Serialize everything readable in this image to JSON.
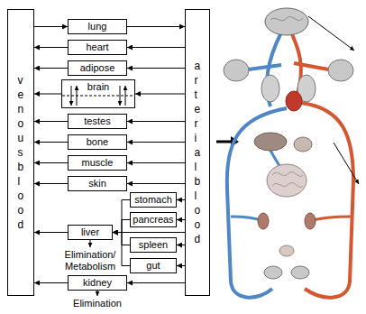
{
  "diagram": {
    "nodes": [
      {
        "text": [
          "venous blood"
        ]
      },
      {
        "text": [
          "lung"
        ]
      },
      {
        "text": [
          "heart"
        ]
      },
      {
        "text": [
          "adipose"
        ]
      },
      {
        "text": [
          "brain"
        ]
      },
      {
        "text": [
          "testes"
        ]
      },
      {
        "text": [
          "bone"
        ]
      },
      {
        "text": [
          "muscle"
        ]
      },
      {
        "text": [
          "skin"
        ]
      },
      {
        "text": [
          "stomach"
        ]
      },
      {
        "text": [
          "pancreas"
        ]
      },
      {
        "text": [
          "liver"
        ]
      },
      {
        "text": [
          "spleen"
        ]
      },
      {
        "text": [
          "gut"
        ]
      },
      {
        "text": [
          "kidney"
        ]
      },
      {
        "text": [
          "arterial blood"
        ]
      }
    ],
    "edges": [
      {
        "from": 0,
        "to": 1,
        "arrow": "to"
      },
      {
        "from": 1,
        "to": 15,
        "arrow": "to"
      },
      {
        "from": 15,
        "to": 2,
        "arrow": "to"
      },
      {
        "from": 2,
        "to": 0,
        "arrow": "to"
      },
      {
        "from": 15,
        "to": 3,
        "arrow": "to"
      },
      {
        "from": 3,
        "to": 0,
        "arrow": "to"
      },
      {
        "from": 15,
        "to": 4,
        "arrow": "to"
      },
      {
        "from": 4,
        "to": 0,
        "arrow": "to"
      },
      {
        "from": 15,
        "to": 5,
        "arrow": "to"
      },
      {
        "from": 5,
        "to": 0,
        "arrow": "to"
      },
      {
        "from": 15,
        "to": 6,
        "arrow": "to"
      },
      {
        "from": 6,
        "to": 0,
        "arrow": "to"
      },
      {
        "from": 15,
        "to": 7,
        "arrow": "to"
      },
      {
        "from": 7,
        "to": 0,
        "arrow": "to"
      },
      {
        "from": 15,
        "to": 8,
        "arrow": "to"
      },
      {
        "from": 8,
        "to": 0,
        "arrow": "to"
      },
      {
        "from": 15,
        "to": 9,
        "arrow": "to"
      },
      {
        "from": 9,
        "to": 11,
        "arrow": "to"
      },
      {
        "from": 15,
        "to": 10,
        "arrow": "to"
      },
      {
        "from": 10,
        "to": 11,
        "arrow": "to"
      },
      {
        "from": 15,
        "to": 11,
        "arrow": "to"
      },
      {
        "from": 11,
        "to": 0,
        "arrow": "to"
      },
      {
        "from": 15,
        "to": 12,
        "arrow": "to"
      },
      {
        "from": 12,
        "to": 11,
        "arrow": "to"
      },
      {
        "from": 15,
        "to": 13,
        "arrow": "to"
      },
      {
        "from": 13,
        "to": 11,
        "arrow": "to"
      },
      {
        "from": 15,
        "to": 14,
        "arrow": "to"
      },
      {
        "from": 14,
        "to": 0,
        "arrow": "to"
      }
    ],
    "labels": [
      "Elimination/ Metabolism",
      "Elimination"
    ]
  }
}
